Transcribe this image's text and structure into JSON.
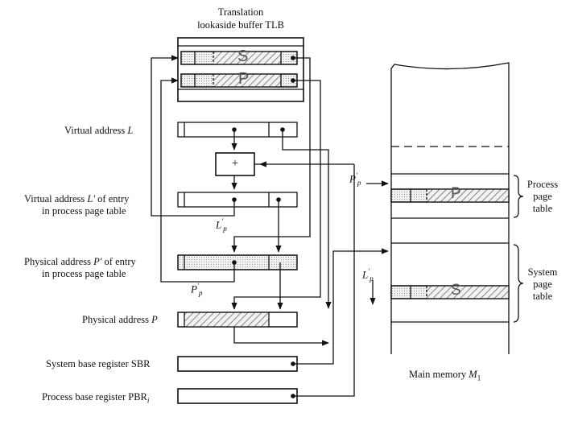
{
  "tlb": {
    "title_line1": "Translation",
    "title_line2": "lookaside buffer TLB",
    "entry_s": "S",
    "entry_p": "P"
  },
  "labels": {
    "virtual_address_text": "Virtual address ",
    "virtual_address_var": "L",
    "virtual_entry_line1_text": "Virtual address ",
    "virtual_entry_line1_var": "L'",
    "virtual_entry_line1_tail": " of entry",
    "virtual_entry_line2": "in process page table",
    "physical_entry_line1_text": "Physical address ",
    "physical_entry_line1_var": "P'",
    "physical_entry_line1_tail": " of entry",
    "physical_entry_line2": "in process page table",
    "physical_address_text": "Physical address ",
    "physical_address_var": "P",
    "sbr": "System base register SBR",
    "pbr_text": "Process base register PBR",
    "pbr_sub": "i",
    "adder": "+"
  },
  "symbols": {
    "lp_base": "L",
    "lp_sup": "′",
    "lp_sub": "p",
    "pp_base": "P",
    "pp_sup": "′",
    "pp_sub": "p"
  },
  "memory": {
    "process_table_l1": "Process",
    "process_table_l2": "page",
    "process_table_l3": "table",
    "system_table_l1": "System",
    "system_table_l2": "page",
    "system_table_l3": "table",
    "entry_p": "P",
    "entry_s": "S",
    "caption_text": "Main memory ",
    "caption_var": "M",
    "caption_sub": "1"
  }
}
